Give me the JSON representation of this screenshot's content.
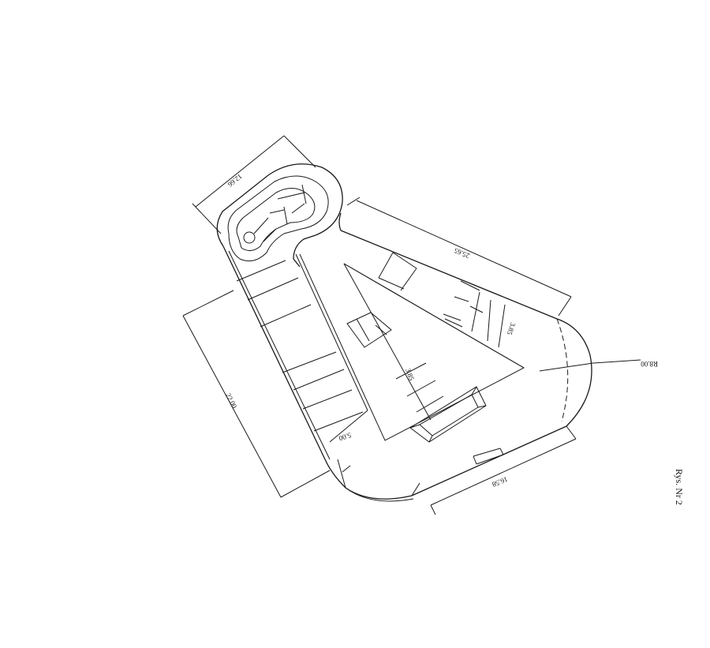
{
  "drawing": {
    "caption": "Rys. Nr 2",
    "dimensions": {
      "pool_width": "12.66",
      "top_side": "25.65",
      "left_side": "22.00",
      "bottom_right": "16.58",
      "radius": "R8.00",
      "inner_a": "5.00",
      "inner_b": "3.85",
      "inner_c": "3.85"
    }
  }
}
